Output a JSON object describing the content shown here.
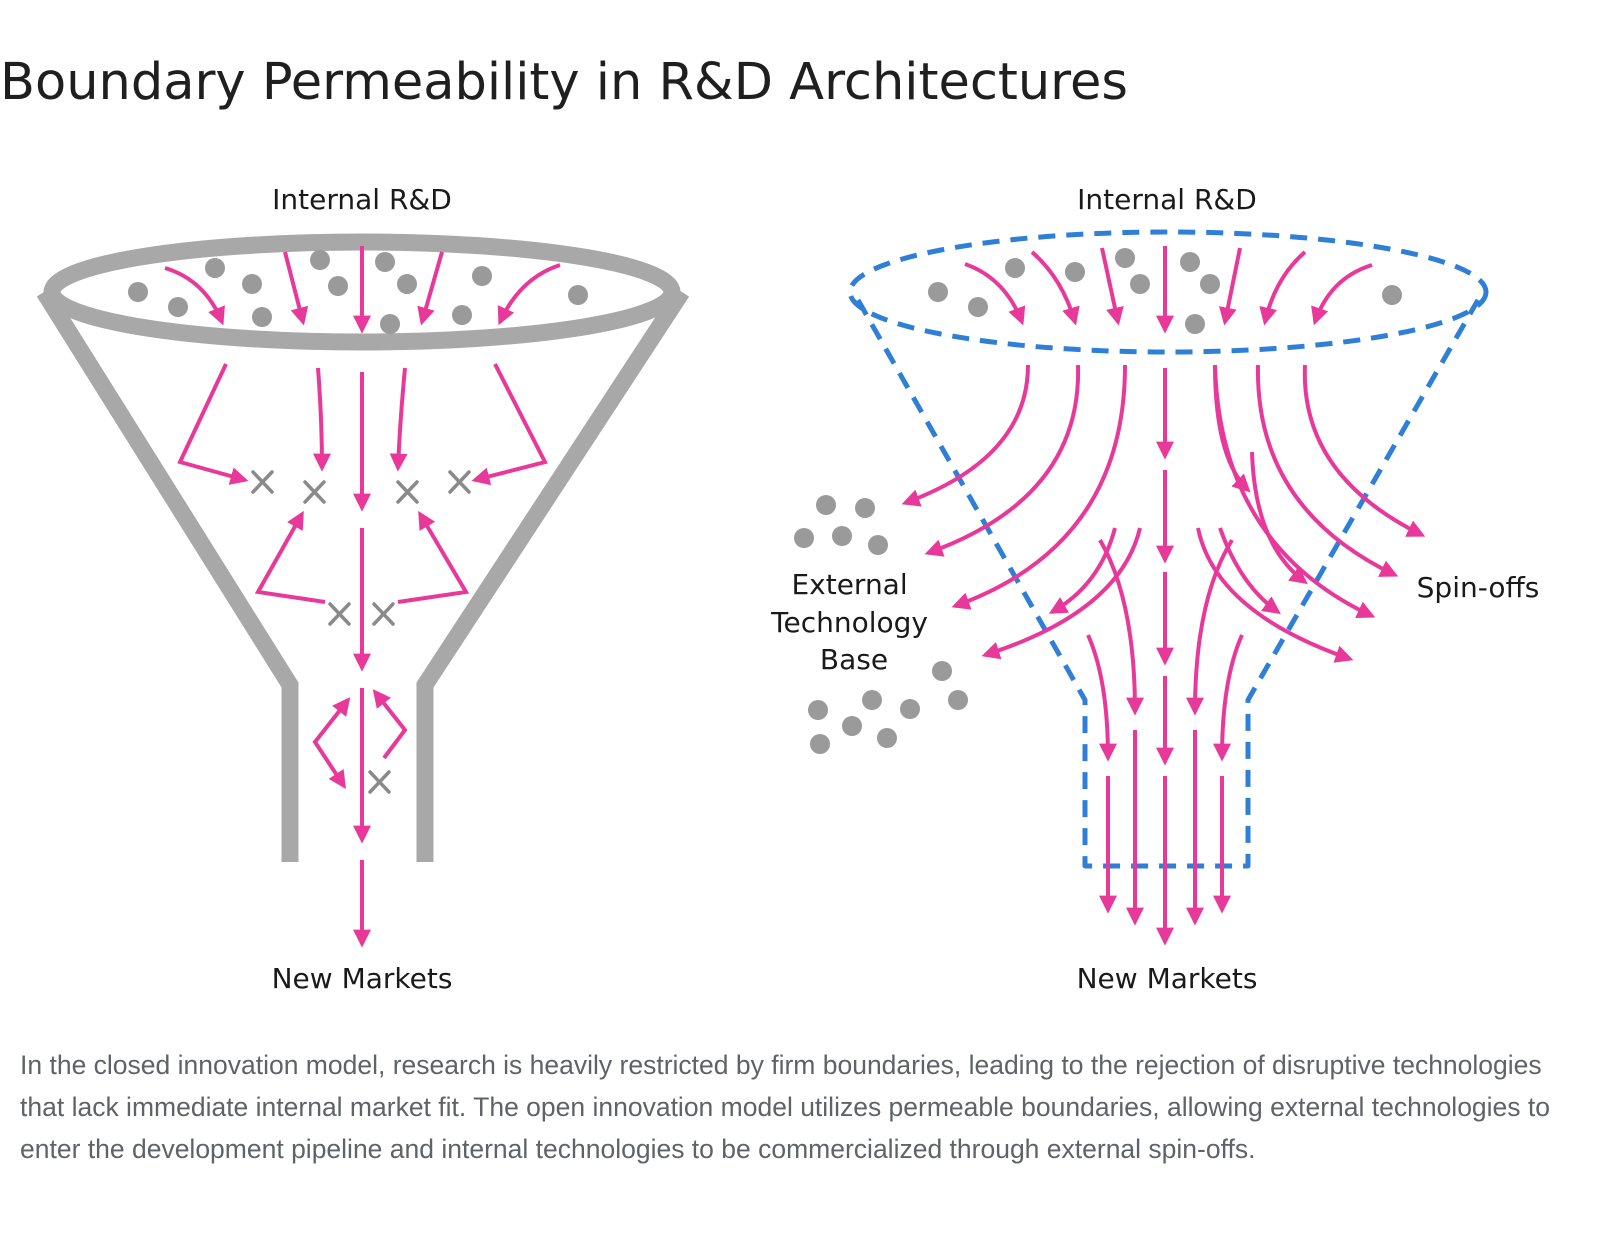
{
  "title": "Boundary Permeability in R&D Architectures",
  "closed_model": {
    "top_label": "Internal R&D",
    "bottom_label": "New Markets"
  },
  "open_model": {
    "top_label": "Internal R&D",
    "bottom_label": "New Markets",
    "external_label": [
      "External",
      "Technology",
      "Base"
    ],
    "spinoff_label": "Spin-offs"
  },
  "caption": "In the closed innovation model, research is heavily restricted by firm boundaries, leading to the rejection of disruptive technologies that lack immediate internal market fit. The open innovation model utilizes permeable boundaries, allowing external technologies to enter the development pipeline and internal technologies to be commercialized through external spin-offs.",
  "colors": {
    "arrow": "#e8399a",
    "closed_boundary": "#a8a8a8",
    "open_boundary": "#2f7fd6",
    "dot": "#9a9a9a",
    "reject_mark": "#8a8a8a"
  },
  "icons": {
    "rejection": "x-mark-icon",
    "idea": "idea-dot-icon"
  }
}
